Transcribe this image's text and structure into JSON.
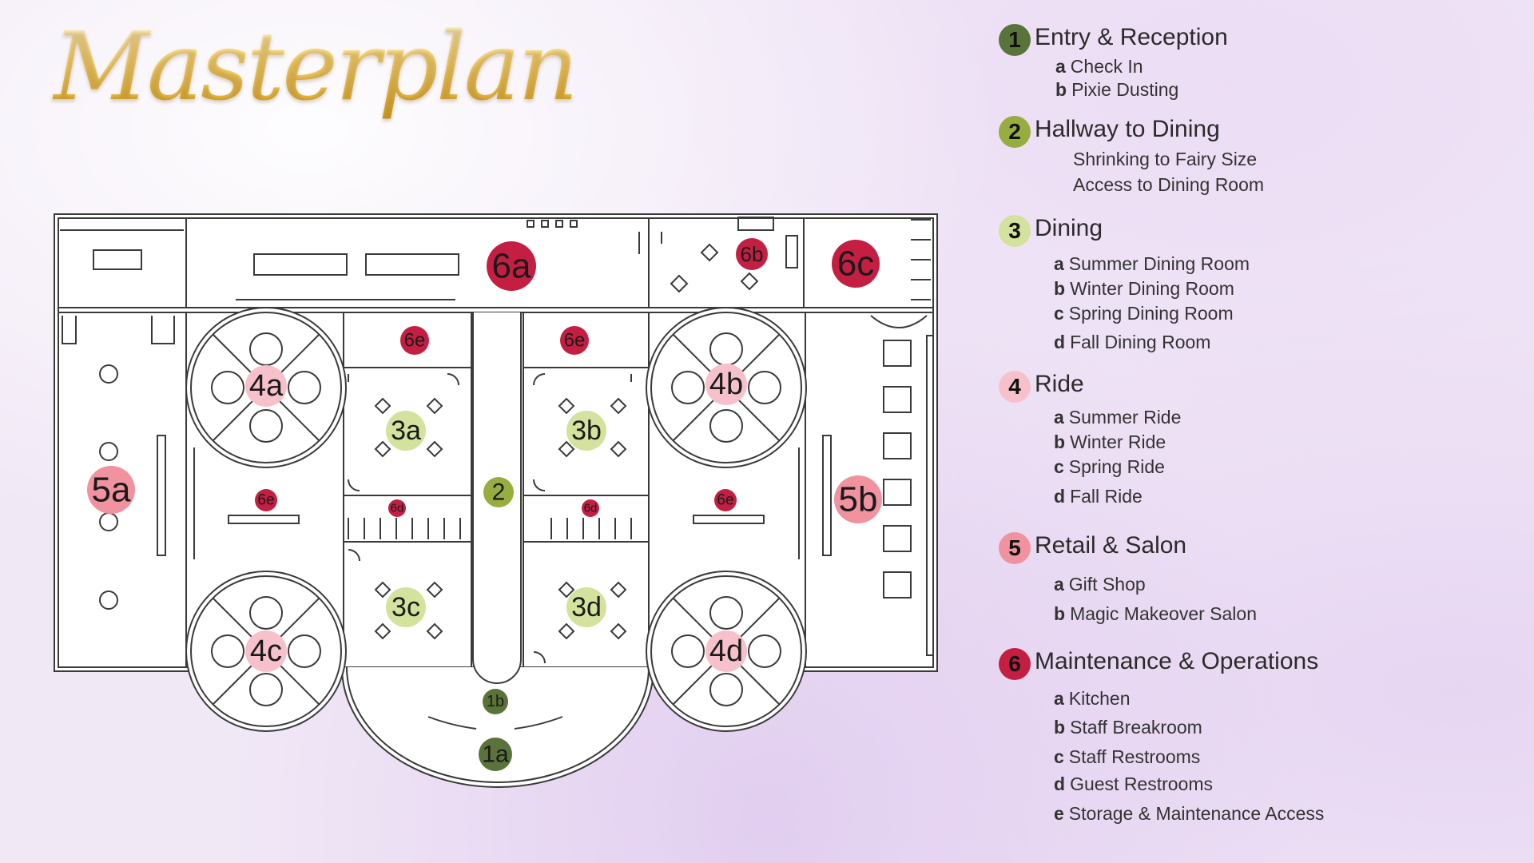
{
  "title": "Masterplan",
  "colors": {
    "entry": "#5a733a",
    "hallway": "#97ad3f",
    "dining": "#d3e29c",
    "ride": "#f7c1cb",
    "retail": "#f0929f",
    "maintenance": "#c41e43"
  },
  "plan_labels": {
    "l1a": "1a",
    "l1b": "1b",
    "l2": "2",
    "l3a": "3a",
    "l3b": "3b",
    "l3c": "3c",
    "l3d": "3d",
    "l4a": "4a",
    "l4b": "4b",
    "l4c": "4c",
    "l4d": "4d",
    "l5a": "5a",
    "l5b": "5b",
    "l6a": "6a",
    "l6b": "6b",
    "l6c": "6c",
    "l6d": "6d",
    "l6e": "6e"
  },
  "legend": {
    "s1": {
      "num": "1",
      "title": "Entry & Reception",
      "items": [
        {
          "letter": "a",
          "text": "Check In"
        },
        {
          "letter": "b",
          "text": "Pixie Dusting"
        }
      ]
    },
    "s2": {
      "num": "2",
      "title": "Hallway to Dining",
      "items": [
        {
          "letter": "",
          "text": "Shrinking to Fairy Size"
        },
        {
          "letter": "",
          "text": "Access to Dining Room"
        }
      ]
    },
    "s3": {
      "num": "3",
      "title": "Dining",
      "items": [
        {
          "letter": "a",
          "text": "Summer Dining Room"
        },
        {
          "letter": "b",
          "text": "Winter Dining Room"
        },
        {
          "letter": "c",
          "text": "Spring Dining Room"
        },
        {
          "letter": "d",
          "text": "Fall Dining Room"
        }
      ]
    },
    "s4": {
      "num": "4",
      "title": "Ride",
      "items": [
        {
          "letter": "a",
          "text": "Summer Ride"
        },
        {
          "letter": "b",
          "text": "Winter Ride"
        },
        {
          "letter": "c",
          "text": "Spring Ride"
        },
        {
          "letter": "d",
          "text": "Fall Ride"
        }
      ]
    },
    "s5": {
      "num": "5",
      "title": "Retail & Salon",
      "items": [
        {
          "letter": "a",
          "text": "Gift Shop"
        },
        {
          "letter": "b",
          "text": "Magic Makeover Salon"
        }
      ]
    },
    "s6": {
      "num": "6",
      "title": "Maintenance & Operations",
      "items": [
        {
          "letter": "a",
          "text": "Kitchen"
        },
        {
          "letter": "b",
          "text": "Staff Breakroom"
        },
        {
          "letter": "c",
          "text": "Staff Restrooms"
        },
        {
          "letter": "d",
          "text": "Guest Restrooms"
        },
        {
          "letter": "e",
          "text": "Storage & Maintenance Access"
        }
      ]
    }
  }
}
